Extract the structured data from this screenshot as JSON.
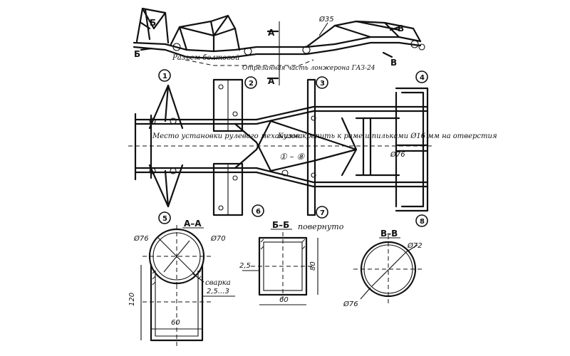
{
  "labels": {
    "d35": "Ø35",
    "arrowA": "А",
    "arrowB": "Б",
    "arrowV": "В",
    "bolt_joint": "Разъем болтовой",
    "cut_part": "Отрезанная часть лонжерона ГАЗ-24",
    "steering_place": "Место установки рулевого механизма",
    "body_mount": "Кузов крепить к раме шпильками Ø16 мм на отверстия",
    "body_mount_range": "① – ⑧",
    "d76_plan": "Ø76",
    "rotated": "повернуто"
  },
  "points": [
    "1",
    "2",
    "3",
    "4",
    "5",
    "6",
    "7",
    "8"
  ],
  "sections": {
    "aa": {
      "title": "А–А",
      "d_outer": "Ø76",
      "d_inner": "Ø70",
      "weld": "сварка",
      "wall": "2,5...3",
      "height": "120",
      "width": "60"
    },
    "bb": {
      "title": "Б–Б",
      "wall": "2,5",
      "height": "80",
      "width": "60"
    },
    "vv": {
      "title": "В–В",
      "d_outer": "Ø76",
      "d_inner": "Ø72"
    }
  }
}
